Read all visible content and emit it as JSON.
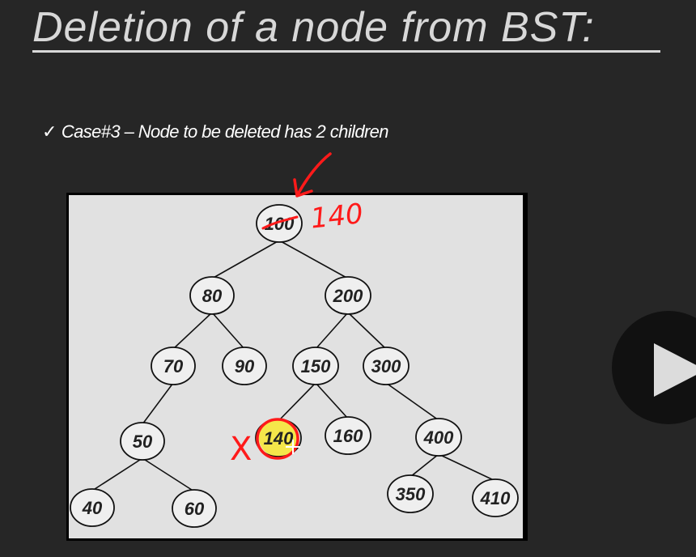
{
  "slide": {
    "title": "Deletion of a node from BST:",
    "case_check": "✓",
    "case_text": "Case#3 – Node to be deleted has 2 children"
  },
  "tree": {
    "nodes": [
      {
        "id": "n100",
        "label": "100"
      },
      {
        "id": "n80",
        "label": "80"
      },
      {
        "id": "n200",
        "label": "200"
      },
      {
        "id": "n70",
        "label": "70"
      },
      {
        "id": "n90",
        "label": "90"
      },
      {
        "id": "n150",
        "label": "150"
      },
      {
        "id": "n300",
        "label": "300"
      },
      {
        "id": "n50",
        "label": "50"
      },
      {
        "id": "n140",
        "label": "140"
      },
      {
        "id": "n160",
        "label": "160"
      },
      {
        "id": "n400",
        "label": "400"
      },
      {
        "id": "n40",
        "label": "40"
      },
      {
        "id": "n60",
        "label": "60"
      },
      {
        "id": "n350",
        "label": "350"
      },
      {
        "id": "n410",
        "label": "410"
      }
    ],
    "edges": [
      [
        "n100",
        "n80"
      ],
      [
        "n100",
        "n200"
      ],
      [
        "n80",
        "n70"
      ],
      [
        "n80",
        "n90"
      ],
      [
        "n200",
        "n150"
      ],
      [
        "n200",
        "n300"
      ],
      [
        "n70",
        "n50"
      ],
      [
        "n150",
        "n140"
      ],
      [
        "n150",
        "n160"
      ],
      [
        "n300",
        "n400"
      ],
      [
        "n50",
        "n40"
      ],
      [
        "n50",
        "n60"
      ],
      [
        "n400",
        "n350"
      ],
      [
        "n400",
        "n410"
      ]
    ],
    "deleted_node": "n140",
    "replaced_node": "n100"
  },
  "annotations": {
    "replacement_value": "140",
    "delete_mark": "X",
    "ink_color": "#ff1a1a",
    "highlight_color": "#f5e64a"
  },
  "icons": {
    "play": "play-icon"
  }
}
